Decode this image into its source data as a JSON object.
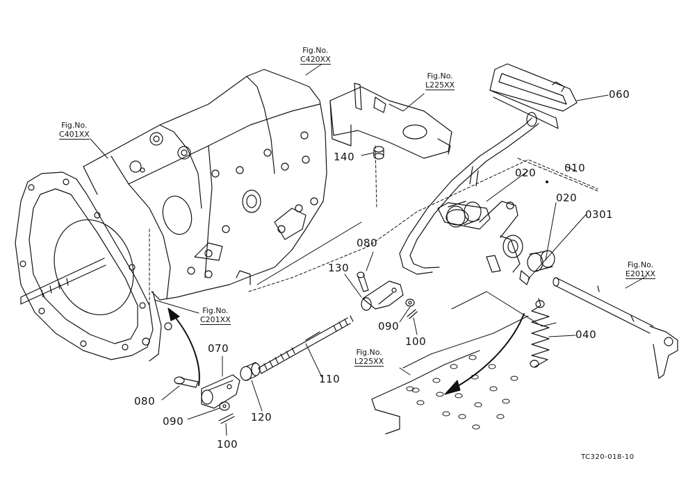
{
  "fig_refs": {
    "c420": {
      "title": "Fig.No.",
      "ref": "C420XX"
    },
    "l225_top": {
      "title": "Fig.No.",
      "ref": "L225XX"
    },
    "c401": {
      "title": "Fig.No.",
      "ref": "C401XX"
    },
    "c201": {
      "title": "Fig.No.",
      "ref": "C201XX"
    },
    "e201": {
      "title": "Fig.No.",
      "ref": "E201XX"
    },
    "l225_bottom": {
      "title": "Fig.No.",
      "ref": "L225XX"
    }
  },
  "parts": {
    "p010": "010",
    "p020_a": "020",
    "p020_b": "020",
    "p0301": "0301",
    "p040": "040",
    "p060": "060",
    "p070": "070",
    "p080_a": "080",
    "p080_b": "080",
    "p090_a": "090",
    "p090_b": "090",
    "p100_a": "100",
    "p100_b": "100",
    "p110": "110",
    "p120": "120",
    "p130": "130",
    "p140": "140"
  },
  "drawing_code": "TC320-018-10",
  "colors": {
    "line": "#111111",
    "background": "#ffffff"
  }
}
